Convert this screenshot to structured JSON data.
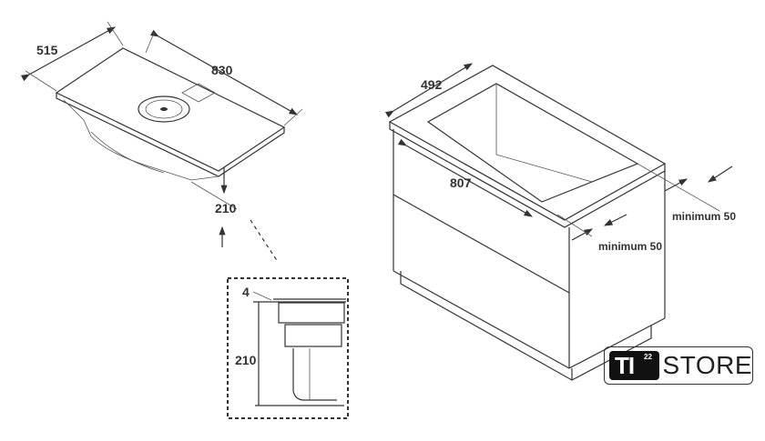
{
  "hob": {
    "width_label": "515",
    "length_label": "830",
    "height_label": "210"
  },
  "detail": {
    "thickness_label": "4",
    "height_label": "210"
  },
  "cabinet": {
    "depth_label": "492",
    "cutout_label": "807",
    "min_back_label": "minimum 50",
    "min_front_label": "minimum 50"
  },
  "logo": {
    "mark": "TI",
    "superscript": "22",
    "text": "STORE"
  }
}
